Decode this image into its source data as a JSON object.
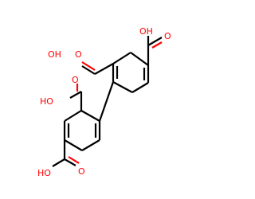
{
  "structure": {
    "atoms": {
      "c1": {
        "label": "O"
      },
      "c1_oh": {
        "label": "OH"
      },
      "c2": {
        "label": "O"
      },
      "c2_oh": {
        "label": "OH"
      },
      "c3": {
        "label": "O"
      },
      "c3_oh": {
        "label": "HO"
      },
      "c4": {
        "label": "O"
      },
      "c4_oh": {
        "label": "HO"
      }
    },
    "colors": {
      "carbon_bond": "#000000",
      "oxygen": "#ff0000"
    }
  }
}
